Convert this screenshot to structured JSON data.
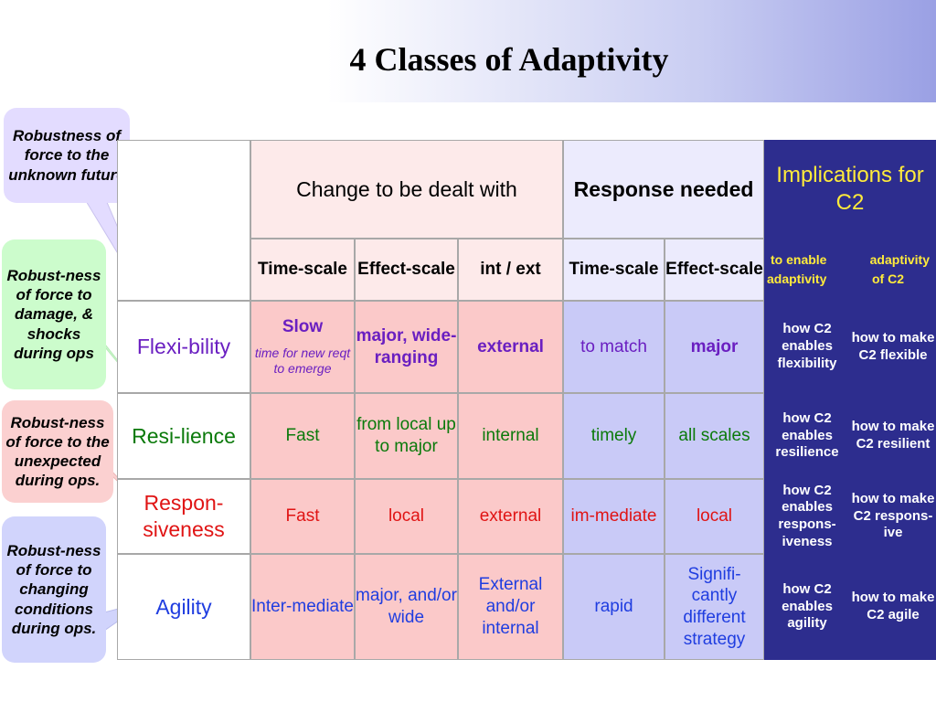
{
  "title": "4 Classes of Adaptivity",
  "callouts": [
    {
      "text": "Robustness of force to the unknown future",
      "color": "#e3dcff"
    },
    {
      "text": "Robust-ness of force to damage, & shocks during ops",
      "color": "#ccfccc"
    },
    {
      "text": "Robust-ness of force to the unexpected during ops.",
      "color": "#fbd0d0"
    },
    {
      "text": "Robust-ness of force to changing conditions during ops.",
      "color": "#d1d4fc"
    }
  ],
  "header": {
    "change": "Change to be dealt with",
    "response": "Response needed",
    "implications": "Implications for C2",
    "timescale_1": "Time-scale",
    "effectscale_1": "Effect-scale",
    "intext": "int / ext",
    "timescale_2": "Time-scale",
    "effectscale_2": "Effect-scale",
    "to_enable": "to enable",
    "adaptivity_word": "adaptivity",
    "adaptivity_line": "adaptivity",
    "of_c2": "of C2"
  },
  "rows": [
    {
      "name": "Flexi-bility",
      "color": "#6a1fc1",
      "timescale": "Slow",
      "timescale_note": "time for new reqt to emerge",
      "effectscale": "major, wide-ranging",
      "intext": "external",
      "r_timescale": "to match",
      "r_effectscale": "major",
      "imp1": "how C2 enables flexibility",
      "imp2": "how to make C2 flexible"
    },
    {
      "name": "Resi-lience",
      "color": "#0b7a0b",
      "timescale": "Fast",
      "effectscale": "from local up to major",
      "intext": "internal",
      "r_timescale": "timely",
      "r_effectscale": "all scales",
      "imp1": "how C2 enables resilience",
      "imp2": "how to make C2 resilient"
    },
    {
      "name": "Respon-siveness",
      "color": "#e01414",
      "timescale": "Fast",
      "effectscale": "local",
      "intext": "external",
      "r_timescale": "im-mediate",
      "r_effectscale": "local",
      "imp1": "how C2 enables respons-iveness",
      "imp2": "how to make C2 respons-ive"
    },
    {
      "name": "Agility",
      "color": "#1f3de0",
      "timescale": "Inter-mediate",
      "effectscale": "major, and/or wide",
      "intext": "External and/or internal",
      "r_timescale": "rapid",
      "r_effectscale": "Signifi-cantly different strategy",
      "imp1": "how C2 enables agility",
      "imp2": "how to make C2 agile"
    }
  ]
}
